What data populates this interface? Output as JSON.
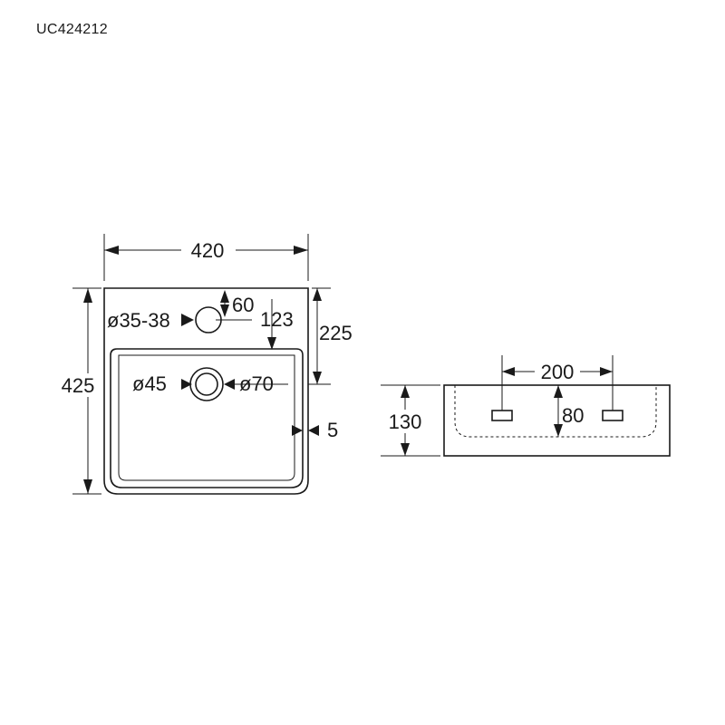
{
  "product_code": "UC424212",
  "top_view": {
    "width_label": "420",
    "depth_label": "425",
    "tap_hole_diameter_label": "ø35-38",
    "tap_hole_offset_label": "60",
    "tap_to_drain_label": "123",
    "rear_to_drain_label": "225",
    "drain_diameter_label": "ø45",
    "drain_outer_diameter_label": "ø70",
    "wall_label": "5"
  },
  "side_view": {
    "height_label": "130",
    "fixing_spacing_label": "200",
    "fixing_height_label": "80"
  }
}
